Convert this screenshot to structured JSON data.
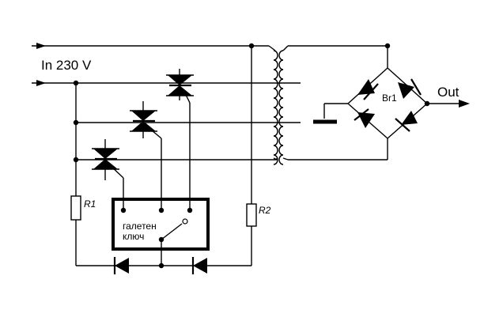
{
  "labels": {
    "input": "In 230 V",
    "output": "Out",
    "r1": "R1",
    "r2": "R2",
    "bridge": "Br1",
    "switch_line1": "галетен",
    "switch_line2": "ключ"
  },
  "colors": {
    "ink": "#000000",
    "background": "#ffffff"
  }
}
